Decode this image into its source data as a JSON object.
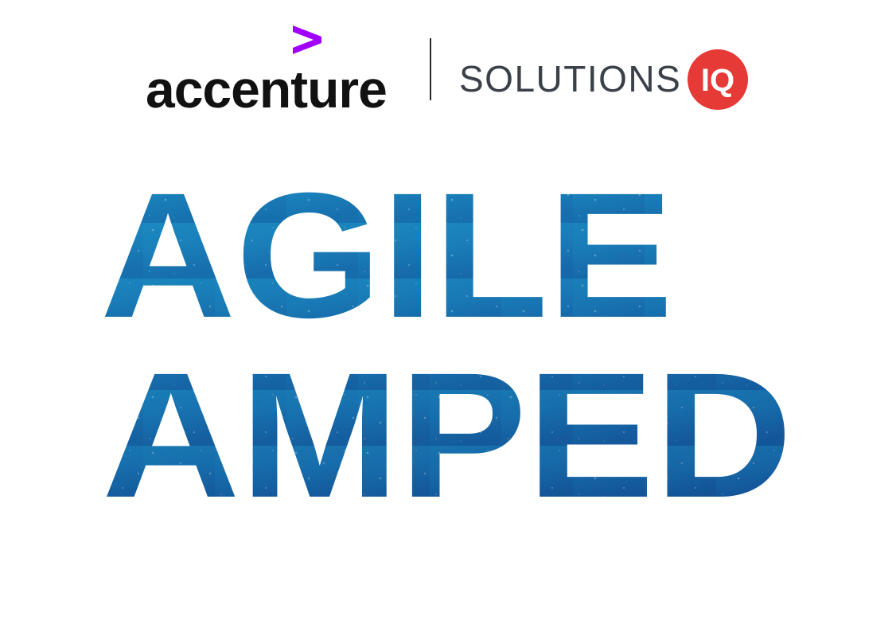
{
  "logos": {
    "accenture": "accenture",
    "solutions": "SOLUTIONS",
    "iq": "IQ"
  },
  "headline": {
    "line1": "AGILE",
    "line2": "AMPED"
  },
  "colors": {
    "accenture_text": "#111111",
    "accent_purple": "#a100ff",
    "solutions_text": "#3b4148",
    "iq_badge": "#e63a37",
    "headline_light": "#1b93c4",
    "headline_dark": "#124f93"
  }
}
